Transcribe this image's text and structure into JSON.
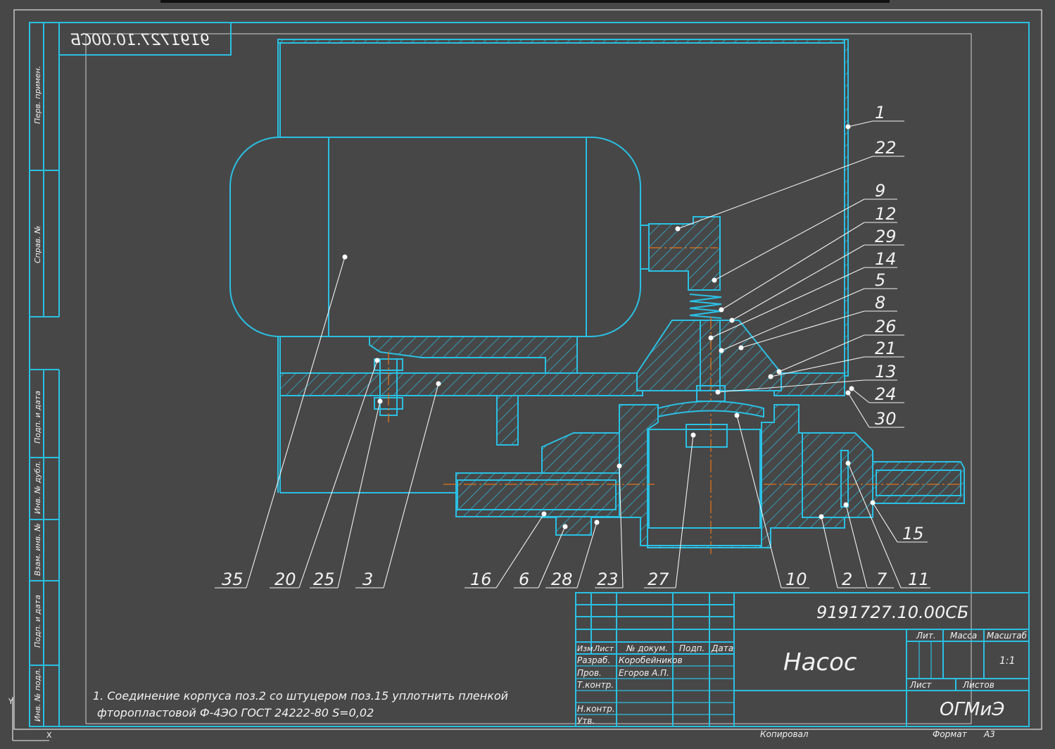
{
  "drawing": {
    "code": "9191727.10.00СБ",
    "title": "Насос",
    "organization": "ОГМиЭ",
    "scale": "1:1",
    "format_label": "Формат",
    "format_value": "А3",
    "copied_label": "Копировал"
  },
  "title_block": {
    "headers": {
      "izm": "Изм.",
      "list": "Лист",
      "doc": "№ докум.",
      "sign": "Подп.",
      "date": "Дата"
    },
    "roles": {
      "razrab": "Разраб.",
      "prov": "Пров.",
      "tkontr": "Т.контр.",
      "nkontr": "Н.контр.",
      "utv": "Утв."
    },
    "people": {
      "razrab": "Коробейников",
      "prov": "Егоров А.П."
    },
    "lit": "Лит.",
    "massa": "Масса",
    "masshtab": "Масштаб",
    "sheet": "Лист",
    "sheets": "Листов"
  },
  "side_column": {
    "perv_primen": "Перв. примен.",
    "sprav": "Справ. №",
    "podp_data_1": "Подп. и дата",
    "inv_dubl": "Инв. № дубл.",
    "vzam_inv": "Взам. инв. №",
    "podp_data_2": "Подп. и дата",
    "inv_podl": "Инв. № подл."
  },
  "note": {
    "line1": "1. Соединение корпуса поз.2 со штуцером поз.15 уплотнить пленкой",
    "line2": "фторопластовой Ф-4ЭО ГОСТ 24222-80 S=0,02"
  },
  "callouts_right": [
    "1",
    "22",
    "9",
    "12",
    "29",
    "14",
    "5",
    "8",
    "26",
    "21",
    "13",
    "24",
    "30",
    "15"
  ],
  "callouts_bottom": [
    "35",
    "20",
    "25",
    "3",
    "16",
    "6",
    "28",
    "23",
    "27",
    "10",
    "2",
    "7",
    "11"
  ]
}
